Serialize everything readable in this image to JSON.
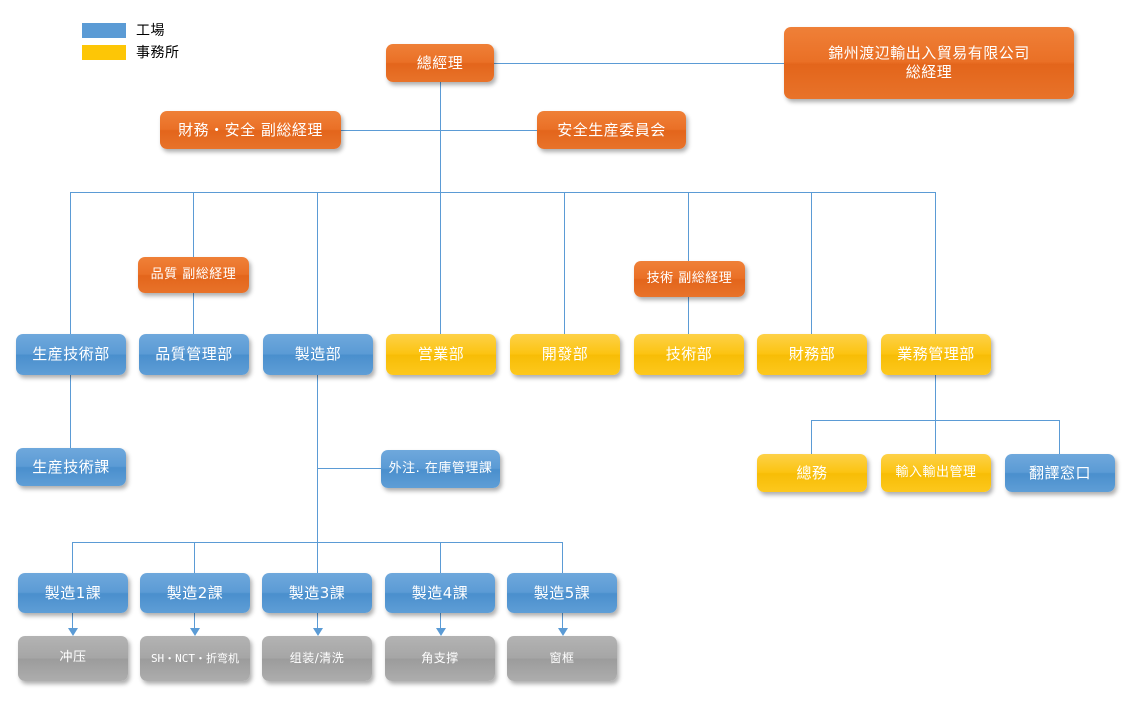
{
  "legend": {
    "items": [
      {
        "label": "工場",
        "color": "#5b9bd5",
        "swatch": "blue"
      },
      {
        "label": "事務所",
        "color": "#fdc606",
        "swatch": "yellow"
      }
    ]
  },
  "colors": {
    "orange": "#ea7026",
    "blue": "#5b9bd5",
    "yellow": "#fdc606",
    "gray": "#a6a6a6",
    "line": "#5b9bd5",
    "text": "#ffffff",
    "background": "#ffffff"
  },
  "nodes": {
    "general_manager": {
      "label": "總經理"
    },
    "parent_company": {
      "label": "錦州渡辺輸出入貿易有限公司\n総経理"
    },
    "finance_safety_vgm": {
      "label": "財務・安全 副総経理"
    },
    "safety_committee": {
      "label": "安全生産委員会"
    },
    "quality_vgm": {
      "label": "品質 副総経理"
    },
    "tech_vgm": {
      "label": "技術 副総経理"
    },
    "dept_prod_tech": {
      "label": "生産技術部"
    },
    "dept_quality_ctrl": {
      "label": "品質管理部"
    },
    "dept_manufacturing": {
      "label": "製造部"
    },
    "dept_sales": {
      "label": "営業部"
    },
    "dept_development": {
      "label": "開發部"
    },
    "dept_technology": {
      "label": "技術部"
    },
    "dept_finance": {
      "label": "財務部"
    },
    "dept_business_admin": {
      "label": "業務管理部"
    },
    "sec_prod_tech": {
      "label": "生産技術課"
    },
    "sec_outsourcing": {
      "label": "外注. 在庫管理課"
    },
    "sec_general_affairs": {
      "label": "總務"
    },
    "sec_import_export": {
      "label": "輸入輸出管理"
    },
    "sec_translation": {
      "label": "翻譯窓口"
    },
    "mfg_1": {
      "label": "製造1課"
    },
    "mfg_2": {
      "label": "製造2課"
    },
    "mfg_3": {
      "label": "製造3課"
    },
    "mfg_4": {
      "label": "製造4課"
    },
    "mfg_5": {
      "label": "製造5課"
    },
    "proc_1": {
      "label": "冲压"
    },
    "proc_2": {
      "label": "SH・NCT・折弯机"
    },
    "proc_3": {
      "label": "组装/清洗"
    },
    "proc_4": {
      "label": "角支撑"
    },
    "proc_5": {
      "label": "窗框"
    }
  }
}
